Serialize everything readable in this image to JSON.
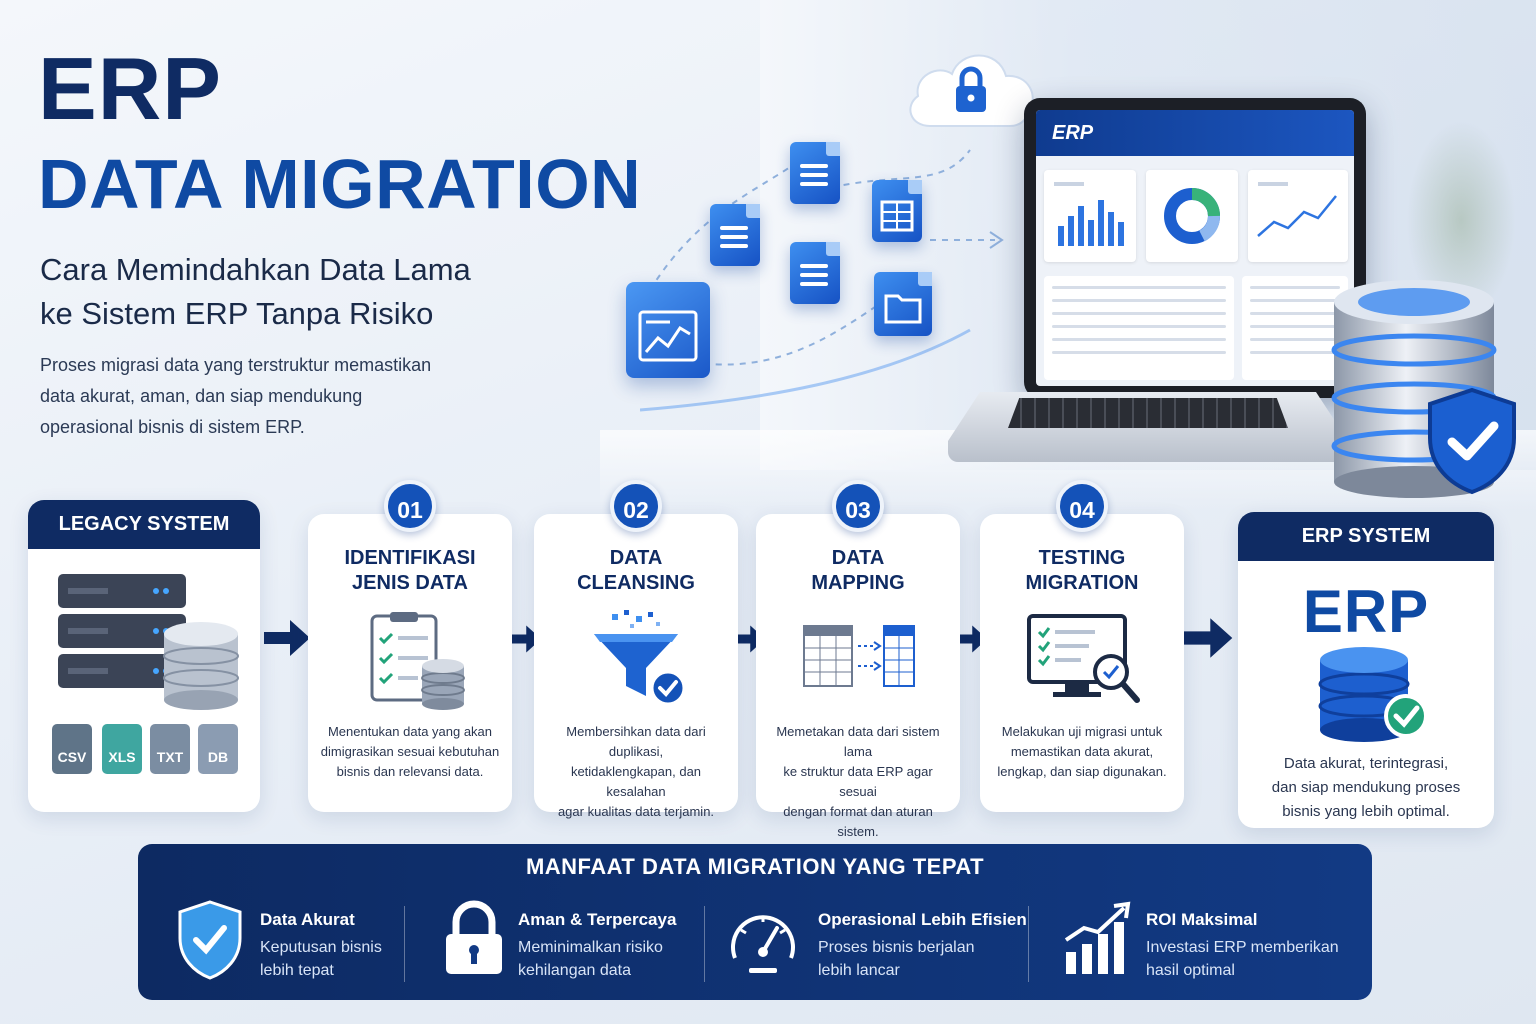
{
  "hero": {
    "title_line1": "ERP",
    "title_line2": "DATA MIGRATION",
    "subtitle_line1": "Cara Memindahkan Data Lama",
    "subtitle_line2": "ke Sistem ERP Tanpa Risiko",
    "lead_line1": "Proses migrasi data yang terstruktur memastikan",
    "lead_line2": "data akurat, aman, dan siap mendukung",
    "lead_line3": "operasional bisnis di sistem ERP."
  },
  "laptop": {
    "screen_title": "ERP"
  },
  "legacy": {
    "title": "LEGACY SYSTEM",
    "files": [
      {
        "label": "CSV",
        "color": "#5f7488"
      },
      {
        "label": "XLS",
        "color": "#3fa6a0"
      },
      {
        "label": "TXT",
        "color": "#7b8da2"
      },
      {
        "label": "DB",
        "color": "#8b9cb2"
      }
    ]
  },
  "steps": [
    {
      "num": "01",
      "title_line1": "IDENTIFIKASI",
      "title_line2": "JENIS DATA",
      "icon": "checklist-database-icon",
      "desc": [
        "Menentukan data yang akan",
        "dimigrasikan sesuai kebutuhan",
        "bisnis dan relevansi data."
      ]
    },
    {
      "num": "02",
      "title_line1": "DATA",
      "title_line2": "CLEANSING",
      "icon": "funnel-check-icon",
      "desc": [
        "Membersihkan data dari duplikasi,",
        "ketidaklengkapan, dan kesalahan",
        "agar kualitas data terjamin."
      ]
    },
    {
      "num": "03",
      "title_line1": "DATA",
      "title_line2": "MAPPING",
      "icon": "table-mapping-icon",
      "desc": [
        "Memetakan data dari sistem lama",
        "ke struktur data ERP agar sesuai",
        "dengan format dan aturan sistem."
      ]
    },
    {
      "num": "04",
      "title_line1": "TESTING",
      "title_line2": "MIGRATION",
      "icon": "monitor-magnifier-icon",
      "desc": [
        "Melakukan uji migrasi untuk",
        "memastikan data akurat,",
        "lengkap, dan siap digunakan."
      ]
    }
  ],
  "erp_system": {
    "title": "ERP SYSTEM",
    "logo": "ERP",
    "desc": [
      "Data akurat, terintegrasi,",
      "dan siap mendukung proses",
      "bisnis yang lebih optimal."
    ]
  },
  "benefits": {
    "title": "MANFAAT DATA MIGRATION YANG TEPAT",
    "items": [
      {
        "name": "Data Akurat",
        "desc_line1": "Keputusan bisnis",
        "desc_line2": "lebih tepat",
        "icon": "shield-check-icon"
      },
      {
        "name": "Aman & Terpercaya",
        "desc_line1": "Meminimalkan risiko",
        "desc_line2": "kehilangan data",
        "icon": "padlock-icon"
      },
      {
        "name": "Operasional Lebih Efisien",
        "desc_line1": "Proses bisnis berjalan",
        "desc_line2": "lebih lancar",
        "icon": "speedometer-icon"
      },
      {
        "name": "ROI Maksimal",
        "desc_line1": "Investasi ERP memberikan",
        "desc_line2": "hasil optimal",
        "icon": "growth-chart-icon"
      }
    ]
  },
  "colors": {
    "navy": "#0f2b63",
    "primary": "#1452b8",
    "accent": "#3e8ff0",
    "success": "#22a37a"
  }
}
